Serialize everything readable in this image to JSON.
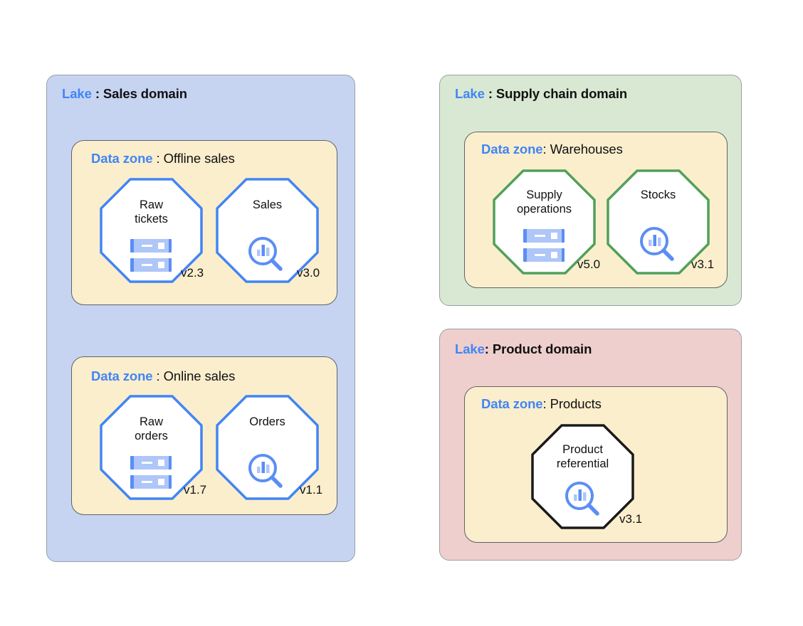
{
  "diagram": {
    "title_keyword_lake": "Lake",
    "title_keyword_zone": "Data zone",
    "colors": {
      "accent_blue": "#4285f4",
      "lake_sales_bg": "#c6d4f2",
      "lake_supply_bg": "#d9e8d2",
      "lake_product_bg": "#eecfcd",
      "data_zone_bg": "#fbeecd",
      "octagon_blue": "#4285f4",
      "octagon_green": "#51a05a",
      "octagon_black": "#1a1a1a",
      "icon_blue": "#5b8ef4",
      "icon_light_blue": "#aec6f8"
    }
  },
  "lakes": [
    {
      "label": "Lake",
      "separator": " : ",
      "name": "Sales domain",
      "zones": [
        {
          "label": "Data zone",
          "separator": " : ",
          "name": "Offline sales",
          "assets": [
            {
              "name": "Raw\ntickets",
              "version": "v2.3",
              "icon": "database-icon",
              "border": "#4285f4"
            },
            {
              "name": "Sales",
              "version": "v3.0",
              "icon": "analytics-search-icon",
              "border": "#4285f4"
            }
          ]
        },
        {
          "label": "Data zone",
          "separator": " : ",
          "name": "Online sales",
          "assets": [
            {
              "name": "Raw\norders",
              "version": "v1.7",
              "icon": "database-icon",
              "border": "#4285f4"
            },
            {
              "name": "Orders",
              "version": "v1.1",
              "icon": "analytics-search-icon",
              "border": "#4285f4"
            }
          ]
        }
      ]
    },
    {
      "label": "Lake",
      "separator": " : ",
      "name": "Supply chain domain",
      "zones": [
        {
          "label": "Data zone",
          "separator": ": ",
          "name": "Warehouses",
          "assets": [
            {
              "name": "Supply\noperations",
              "version": "v5.0",
              "icon": "database-icon",
              "border": "#51a05a"
            },
            {
              "name": "Stocks",
              "version": "v3.1",
              "icon": "analytics-search-icon",
              "border": "#51a05a"
            }
          ]
        }
      ]
    },
    {
      "label": "Lake",
      "separator": ": ",
      "name": "Product domain",
      "zones": [
        {
          "label": "Data zone",
          "separator": ": ",
          "name": "Products",
          "assets": [
            {
              "name": "Product\nreferential",
              "version": "v3.1",
              "icon": "analytics-search-icon",
              "border": "#1a1a1a"
            }
          ]
        }
      ]
    }
  ]
}
